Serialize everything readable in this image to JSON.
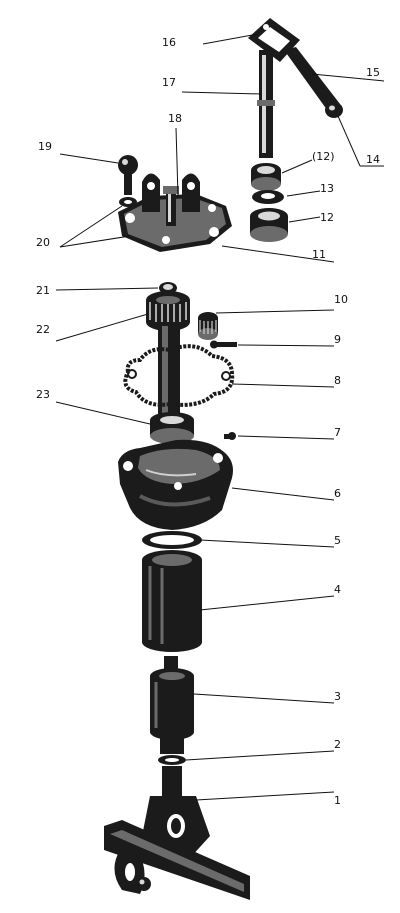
{
  "diagram": {
    "parts": [
      {
        "id": "p1",
        "label": "1"
      },
      {
        "id": "p2",
        "label": "2"
      },
      {
        "id": "p3",
        "label": "3"
      },
      {
        "id": "p4",
        "label": "4"
      },
      {
        "id": "p5",
        "label": "5"
      },
      {
        "id": "p6",
        "label": "6"
      },
      {
        "id": "p7",
        "label": "7"
      },
      {
        "id": "p8",
        "label": "8"
      },
      {
        "id": "p9",
        "label": "9"
      },
      {
        "id": "p10",
        "label": "10"
      },
      {
        "id": "p11",
        "label": "11"
      },
      {
        "id": "p12",
        "label": "12"
      },
      {
        "id": "p12b",
        "label": "(12)"
      },
      {
        "id": "p13",
        "label": "13"
      },
      {
        "id": "p14",
        "label": "14"
      },
      {
        "id": "p15",
        "label": "15"
      },
      {
        "id": "p16",
        "label": "16"
      },
      {
        "id": "p17",
        "label": "17"
      },
      {
        "id": "p18",
        "label": "18"
      },
      {
        "id": "p19",
        "label": "19"
      },
      {
        "id": "p20",
        "label": "20"
      },
      {
        "id": "p21",
        "label": "21"
      },
      {
        "id": "p22",
        "label": "22"
      },
      {
        "id": "p23",
        "label": "23"
      }
    ]
  }
}
